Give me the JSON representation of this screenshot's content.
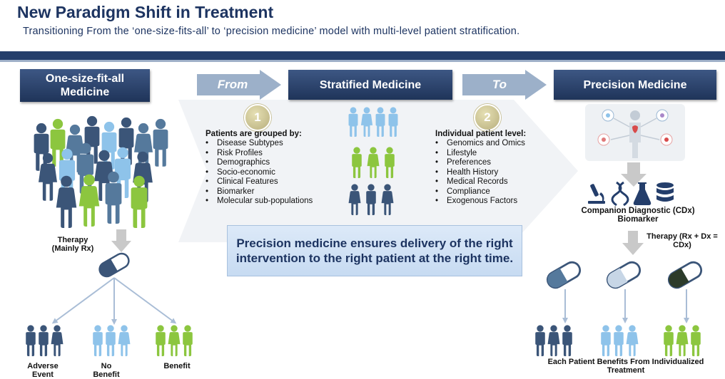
{
  "header": {
    "title": "New Paradigm Shift in Treatment",
    "subtitle": "Transitioning From the ‘one-size-fits-all’ to ‘precision medicine’ model with multi-level patient stratification."
  },
  "stages": {
    "one_size": "One-size-fit-all Medicine",
    "stratified": "Stratified Medicine",
    "precision": "Precision Medicine"
  },
  "arrows": {
    "from": "From",
    "to": "To"
  },
  "step1": {
    "number": "1",
    "heading": "Patients are grouped by:",
    "items": [
      "Disease Subtypes",
      "Risk Profiles",
      "Demographics",
      "Socio-economic",
      "Clinical Features",
      "Biomarker",
      "Molecular sub-populations"
    ]
  },
  "step2": {
    "number": "2",
    "heading": "Individual patient level:",
    "items": [
      "Genomics and Omics",
      "Lifestyle",
      "Preferences",
      "Health History",
      "Medical Records",
      "Compliance",
      "Exogenous Factors"
    ]
  },
  "left": {
    "therapy": "Therapy (Mainly Rx)",
    "outcomes": [
      "Adverse Event",
      "No Benefit",
      "Benefit"
    ]
  },
  "right": {
    "cdx": "Companion Diagnostic (CDx) Biomarker",
    "therapy": "Therapy (Rx + Dx = CDx)",
    "caption": "Each Patient Benefits From Individualized Treatment"
  },
  "callout": "Precision medicine ensures delivery of the right intervention to the right patient at the right time.",
  "colors": {
    "navy": "#1f3459",
    "green": "#8cc63f",
    "lightblue": "#8ec3ea",
    "steel": "#55799c"
  }
}
